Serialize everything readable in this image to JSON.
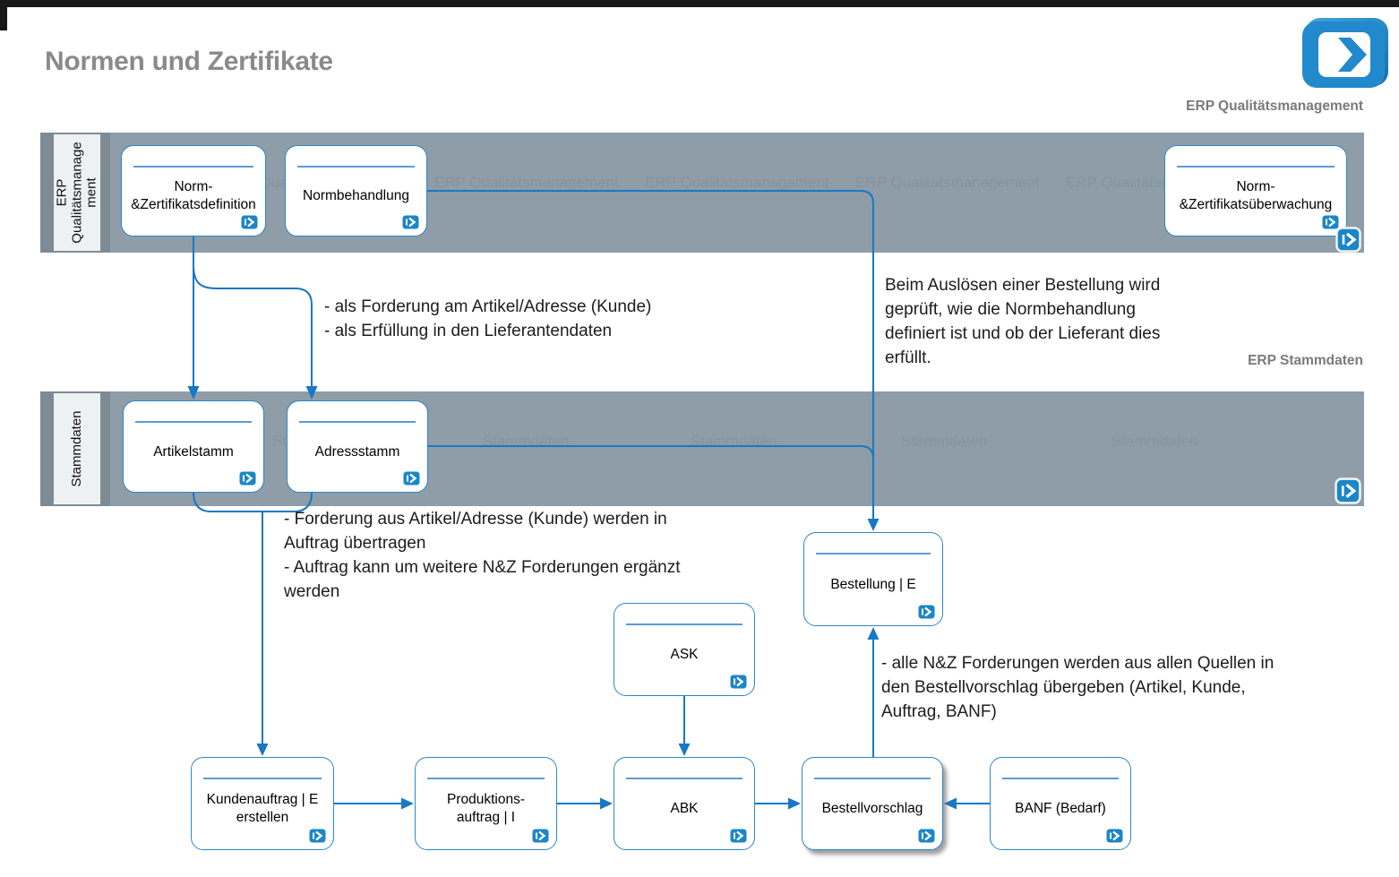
{
  "page": {
    "title": "Normen und Zertifikate"
  },
  "colors": {
    "accent_blue": "#1878C6",
    "box_border_blue": "#2E86C8",
    "box_separator_blue": "#5B9BD5",
    "lane_background": "#8E9DA8",
    "lane_border": "#7D8B95",
    "lane_label_cell": "#EEF1F2",
    "watermark_gray": "#87949E",
    "title_gray": "#8A8A8A"
  },
  "logo": {
    "icon": "forward-chevron-icon"
  },
  "lanes": [
    {
      "id": "erp-qualitaetsmanagement",
      "corner_label": "ERP Qualitätsmanagement",
      "label": "ERP Qualitätsmanagement",
      "label_lines": [
        "ERP",
        "Qualitätsmanage",
        "ment"
      ],
      "watermark": "ERP Qualitätsmanagement"
    },
    {
      "id": "stammdaten",
      "corner_label": "ERP Stammdaten",
      "label": "Stammdaten",
      "label_lines": [
        "Stammdaten"
      ],
      "watermark": "Stammdaten"
    }
  ],
  "nodes": {
    "nz_definition": {
      "line1": "Norm-",
      "line2": "&Zertifikatsdefinition"
    },
    "normbehandlung": {
      "line1": "Normbehandlung"
    },
    "nz_ueberwachung": {
      "line1": "Norm-",
      "line2": "&Zertifikatsüberwachung"
    },
    "artikelstamm": {
      "line1": "Artikelstamm"
    },
    "adressstamm": {
      "line1": "Adressstamm"
    },
    "bestellung": {
      "line1": "Bestellung | E"
    },
    "ask": {
      "line1": "ASK"
    },
    "kundenauftrag": {
      "line1": "Kundenauftrag | E",
      "line2": "erstellen"
    },
    "produktionsauftrag": {
      "line1": "Produktions-",
      "line2": "auftrag | I"
    },
    "abk": {
      "line1": "ABK"
    },
    "bestellvorschlag": {
      "line1": "Bestellvorschlag"
    },
    "banf": {
      "line1": "BANF (Bedarf)"
    }
  },
  "annotations": {
    "a1": {
      "lines": [
        "- als Forderung am Artikel/Adresse (Kunde)",
        "- als Erfüllung in den Lieferantendaten"
      ]
    },
    "a2": {
      "lines": [
        "Beim Auslösen einer Bestellung wird",
        "geprüft, wie die Normbehandlung",
        "definiert ist und ob der Lieferant dies",
        "erfüllt."
      ]
    },
    "a3": {
      "lines": [
        "- Forderung aus Artikel/Adresse (Kunde) werden in",
        "Auftrag übertragen",
        "- Auftrag kann um weitere N&Z Forderungen ergänzt",
        "werden"
      ]
    },
    "a4": {
      "lines": [
        "- alle N&Z Forderungen werden aus allen Quellen in",
        "den Bestellvorschlag übergeben (Artikel, Kunde,",
        "Auftrag, BANF)"
      ]
    }
  }
}
